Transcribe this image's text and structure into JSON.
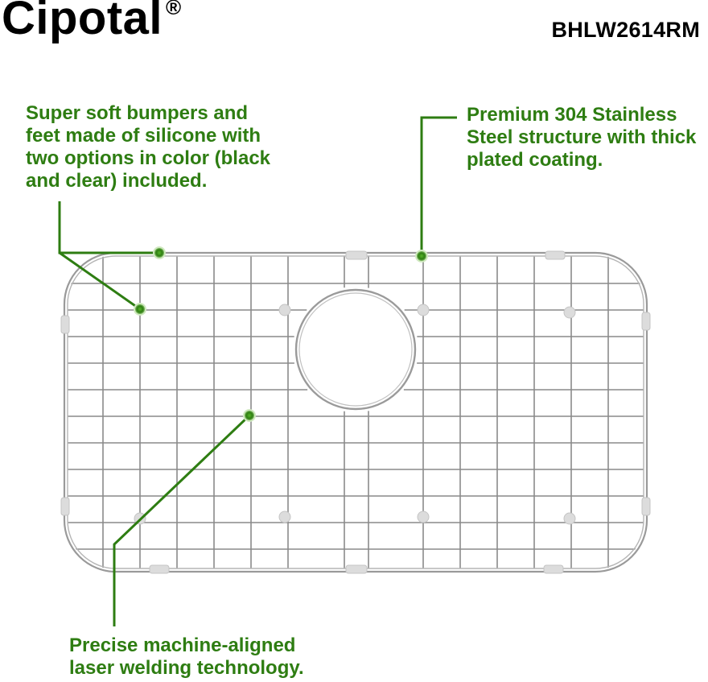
{
  "brand": {
    "name": "Cipotal",
    "registered_mark": "®"
  },
  "model": "BHLW2614RM",
  "callouts": {
    "bumpers": {
      "lines": [
        "Super soft bumpers and",
        "feet made of silicone with",
        "two options in color (black",
        "and clear) included."
      ]
    },
    "steel": {
      "lines": [
        "Premium 304 Stainless",
        "Steel structure with thick",
        "plated coating."
      ]
    },
    "welding": {
      "lines": [
        "Precise machine-aligned",
        "laser welding technology."
      ]
    }
  },
  "colors": {
    "accent_green": "#2e7d12",
    "wire": "#8a8a8a",
    "bumper": "#dcdcdc"
  }
}
